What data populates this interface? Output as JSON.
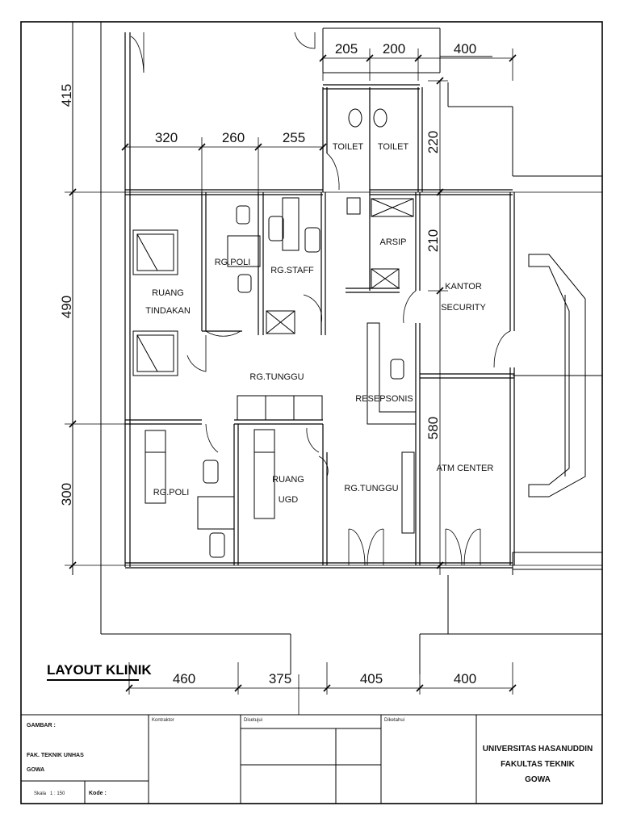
{
  "drawing": {
    "title": "LAYOUT KLINIK",
    "rooms": {
      "toilet_1": "TOILET",
      "toilet_2": "TOILET",
      "rg_poli_top": "RG.POLI",
      "rg_staff": "RG.STAFF",
      "arsip": "ARSIP",
      "kantor_security_1": "KANTOR",
      "kantor_security_2": "SECURITY",
      "ruang_tindakan_1": "RUANG",
      "ruang_tindakan_2": "TINDAKAN",
      "rg_tunggu_top": "RG.TUNGGU",
      "resepsionis": "RESEPSONIS",
      "atm_center": "ATM  CENTER",
      "rg_poli_bottom": "RG.POLI",
      "ruang_ugd_1": "RUANG",
      "ruang_ugd_2": "UGD",
      "rg_tunggu_bottom": "RG.TUNGGU"
    },
    "dimensions": {
      "top_row": [
        "205",
        "200",
        "400"
      ],
      "second_row": [
        "320",
        "260",
        "255"
      ],
      "vertical_left": [
        "415",
        "490",
        "300"
      ],
      "vertical_right": [
        "220",
        "210",
        "580"
      ],
      "bottom_row": [
        "460",
        "375",
        "405",
        "400"
      ]
    }
  },
  "title_block": {
    "gambar_label": "GAMBAR :",
    "faculty_line1": "FAK. TEKNIK UNHAS",
    "faculty_line2": "GOWA",
    "skala_label": "Skala",
    "skala_value": "1 : 150",
    "kode_label": "Kode :",
    "kontraktor_label": "Kontraktor",
    "disetujui_label": "Disetujui",
    "diketahui_label": "Diketahui",
    "university_line1": "UNIVERSITAS HASANUDDIN",
    "university_line2": "FAKULTAS TEKNIK",
    "university_line3": "GOWA"
  }
}
